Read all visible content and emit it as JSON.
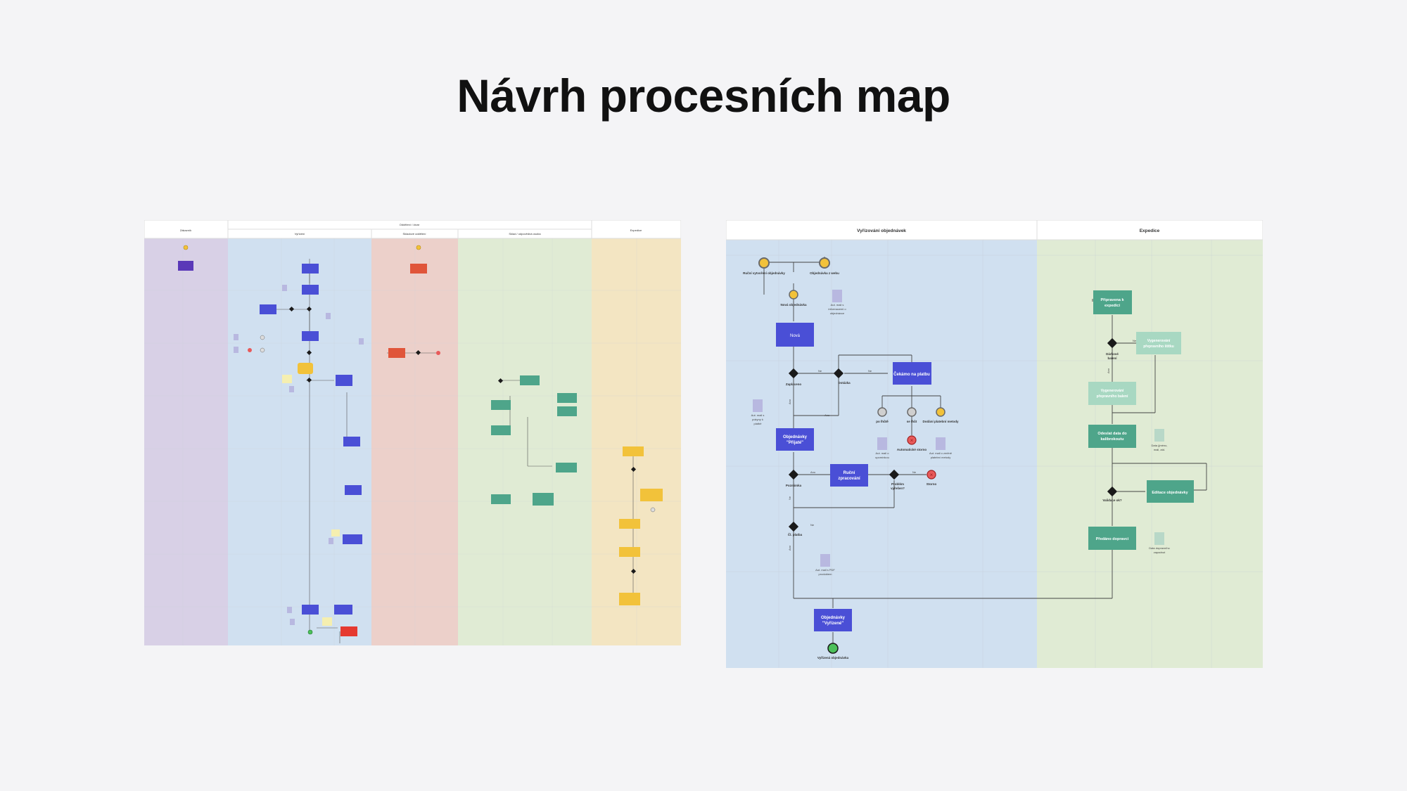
{
  "page": {
    "title": "Návrh procesních map"
  },
  "colors": {
    "background": "#f4f4f6",
    "lane_blue": "#d0e0f0",
    "lane_green": "#e0ebd4",
    "lane_purple": "#d8d0e6",
    "lane_red": "#ecd0ca",
    "lane_yellow": "#f3e5c2",
    "task_blue": "#4a4fd6",
    "task_green": "#4ea58a",
    "task_green_light": "#a8d8c2",
    "task_red": "#e0553a",
    "task_yellow": "#f2c23a",
    "task_purple": "#5a38b8",
    "doc_shape": "#b8b8e0",
    "start_event": "#f2c23a",
    "end_event": "#4cc05a",
    "error_event": "#e85a5a",
    "gateway": "#1a1a1a"
  },
  "left_map": {
    "lanes": {
      "lane_1": "Zákazník",
      "group_header": "Oddělení / útvar",
      "lane_2": "Vyřízení",
      "lane_3": "Skladové oddělení",
      "lane_4": "Sklad / odpovědná osoba",
      "lane_5": "Expedice"
    }
  },
  "right_map": {
    "lanes": {
      "processing": "Vyřizování objednávek",
      "shipping": "Expedice"
    },
    "events": {
      "manual_start": "Ruční vytvoření objednávky",
      "web_order": "Objednávka z webu",
      "new_order": "Nová objednávka",
      "after_deadline": "po lhůtě",
      "overpaid": "se lhůt",
      "partial_payment": "Dodání platební metody",
      "auto_storno": "Automatické storno",
      "storno": "Storno",
      "completed": "Vyřízená objednávka"
    },
    "tasks": {
      "new": "Nová",
      "waiting_payment": "Čekámo na platbu",
      "orders_accepted_line1": "Objednávky",
      "orders_accepted_line2": "\"Přijaté\"",
      "manual_processing_line1": "Ruční",
      "manual_processing_line2": "zpracování",
      "orders_done_line1": "Objednávky",
      "orders_done_line2": "\"Vyřízené\"",
      "ready_line1": "Připravena k",
      "ready_line2": "expedici",
      "generate_label_line1": "Vygenerování",
      "generate_label_line2": "přepravního štítku",
      "prepare_label_line1": "Vygenerování",
      "prepare_label_line2": "přepravního balení",
      "send_data_line1": "Odeslat data do",
      "send_data_line2": "kalibrokoutu",
      "edit_order": "Editace objednávky",
      "handover": "Předáno dopravci"
    },
    "gateways": {
      "payment_line1": "Zaplaceno",
      "reminder": "Dotázka",
      "note_line1": "Poznámka",
      "problem_line1": "Problém",
      "problem_line2": "vyřešen?",
      "partial_line1": "Čl. platba",
      "package": "Dárkové",
      "package_line2": "balení",
      "all_ok": "Validace ok?"
    },
    "edge_labels": {
      "no_1": "Ne",
      "yes_1": "Ano",
      "no_2": "Ne",
      "yes_2": "Ano",
      "no_3": "Ne",
      "no_4": "Ne",
      "yes_3": "Ano",
      "no_5": "Ne",
      "yes_4": "Ano",
      "no_6": "Ne",
      "yes_5": "Ano"
    },
    "documents": {
      "doc_info_line1": "Aut. mail s",
      "doc_info_line2": "informacemi o",
      "doc_info_line3": "objednávce",
      "doc_payment_line1": "Aut. mail s",
      "doc_payment_line2": "pokyny k",
      "doc_payment_line3": "platbě",
      "doc_deadline_line1": "Aut. mail o",
      "doc_deadline_line2": "upomínkou",
      "doc_other_line1": "Aut. mail o změně",
      "doc_other_line2": "platební metody",
      "doc_pdf_line1": "Aut. mail s PDF",
      "doc_pdf_line2": "produktem",
      "doc_shipping_line1": "Data (jméno,",
      "doc_shipping_line2": "mail, atd.",
      "doc_carrier_line1": "Data dopravního",
      "doc_carrier_line2": "zapadnut"
    }
  }
}
